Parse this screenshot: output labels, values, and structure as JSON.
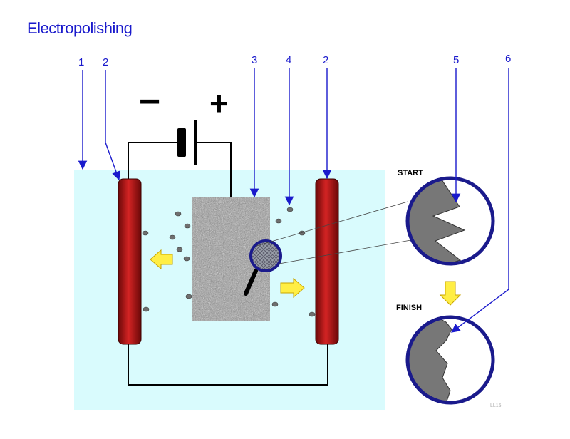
{
  "title": "Electropolishing",
  "callouts": [
    "1",
    "2",
    "3",
    "4",
    "2",
    "5",
    "6"
  ],
  "polarity": {
    "negative": "−",
    "positive": "+"
  },
  "stages": {
    "start": "START",
    "finish": "FINISH"
  },
  "slide_code": "LL15",
  "colors": {
    "title": "#1a1acc",
    "bath": "#d9fbfd",
    "cathode": "#b01212",
    "anode_part": "#a8a8a8",
    "lens_ring": "#1a1a8c",
    "arrow": "#ffee44"
  }
}
